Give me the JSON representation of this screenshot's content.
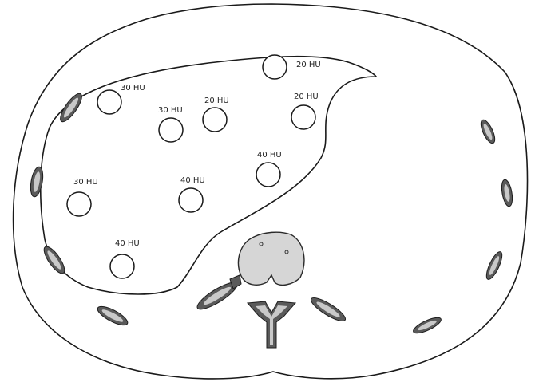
{
  "regions": [
    {
      "label": "20 HU"
    },
    {
      "label": "30 HU"
    },
    {
      "label": "30 HU"
    },
    {
      "label": "20 HU"
    },
    {
      "label": "20 HU"
    },
    {
      "label": "40 HU"
    },
    {
      "label": "30 HU"
    },
    {
      "label": "40 HU"
    },
    {
      "label": "40 HU"
    }
  ]
}
